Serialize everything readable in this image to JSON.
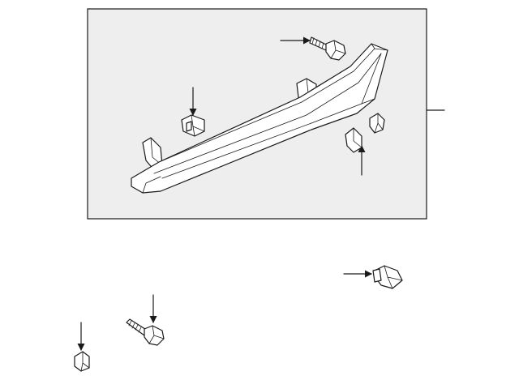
{
  "diagram": {
    "colors": {
      "line": "#1a1a1a",
      "panel": "#eeeeee",
      "background": "#ffffff"
    },
    "parts": [
      {
        "name": "rocker-molding",
        "icon": "rocker-molding-icon"
      },
      {
        "name": "bolt",
        "icon": "bolt-icon"
      },
      {
        "name": "clip",
        "icon": "clip-icon"
      },
      {
        "name": "retainer",
        "icon": "retainer-icon"
      },
      {
        "name": "nut",
        "icon": "nut-icon"
      }
    ]
  }
}
